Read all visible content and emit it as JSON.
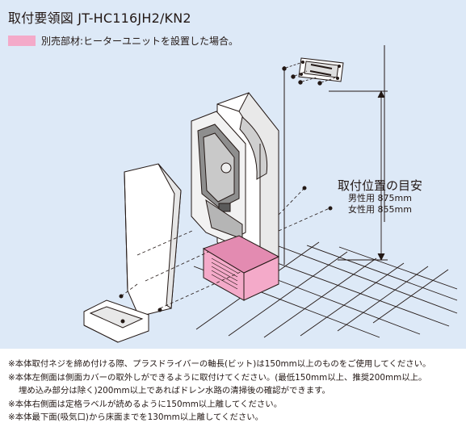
{
  "title": "取付要領図 JT-HC116JH2/KN2",
  "legend": {
    "swatch_color": "#f4aac9",
    "text": "別売部材:ヒーターユニットを設置した場合。"
  },
  "height_label": {
    "title": "取付位置の目安",
    "male": "男性用 875mm",
    "female": "女性用 855mm"
  },
  "notes": [
    "※本体取付ネジを締め付ける際、プラスドライバーの軸長(ビット)は150mm以上のものをご使用してください。",
    "※本体左側面は側面カバーの取外しができるように取付けてください。(最低150mm以上、推奨200mm以上。",
    "埋め込み部分は除く)200mm以上であればドレン水路の清掃後の確認ができます。",
    "※本体右側面は定格ラベルが読めるように150mm以上離してください。",
    "※本体最下面(吸気口)から床面までを130mm以上離してください。"
  ],
  "colors": {
    "panel_bg": "#dde9f7",
    "heater_pink": "#f4aac9",
    "line": "#231815"
  }
}
